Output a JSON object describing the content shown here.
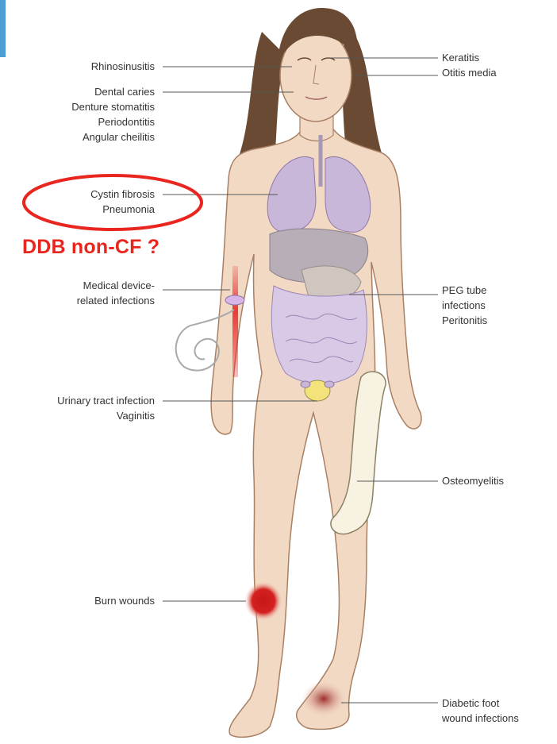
{
  "labels_left": [
    {
      "id": "rhinosinusitis",
      "lines": [
        "Rhinosinusitis"
      ]
    },
    {
      "id": "oral",
      "lines": [
        "Dental caries",
        "Denture stomatitis",
        "Periodontitis",
        "Angular cheilitis"
      ]
    },
    {
      "id": "lung",
      "lines": [
        "Cystin fibrosis",
        "Pneumonia"
      ]
    },
    {
      "id": "device",
      "lines": [
        "Medical device-",
        "related infections"
      ]
    },
    {
      "id": "urinary",
      "lines": [
        "Urinary tract infection",
        "Vaginitis"
      ]
    },
    {
      "id": "burn",
      "lines": [
        "Burn wounds"
      ]
    }
  ],
  "labels_right": [
    {
      "id": "eye-ear",
      "lines": [
        "Keratitis",
        "Otitis media"
      ]
    },
    {
      "id": "peg",
      "lines": [
        "PEG tube",
        "infections",
        "Peritonitis"
      ]
    },
    {
      "id": "bone",
      "lines": [
        "Osteomyelitis"
      ]
    },
    {
      "id": "foot",
      "lines": [
        "Diabetic foot",
        "wound infections"
      ]
    }
  ],
  "annotation": {
    "text": "DDB non-CF ?",
    "color": "#e8251f"
  },
  "colors": {
    "skin": "#f2d9c4",
    "skin_outline": "#a88064",
    "hair": "#6b4a33",
    "organs": "#c9b7d9",
    "liver": "#b7aeb7",
    "infection_red": "#d42020",
    "leader_line": "#555555"
  }
}
